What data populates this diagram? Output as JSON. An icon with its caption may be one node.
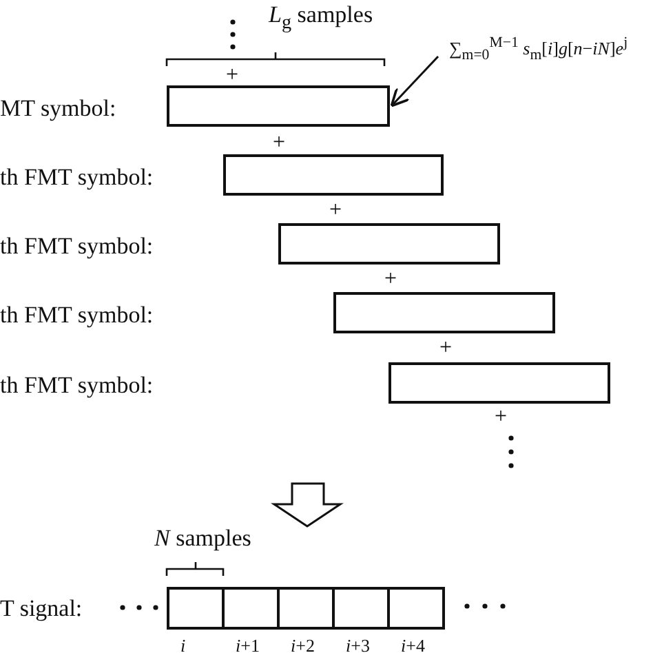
{
  "diagram": {
    "nodes": [
      {
        "text": [
          "∑$_{m=0}$$^{M−1}$ *s*$_{m}$[*i*]*g*[*n*−*iN*]*e*$^{j}$"
        ]
      },
      {
        "text": [],
        "shape": "box"
      },
      {
        "text": [],
        "shape": "box"
      },
      {
        "text": [],
        "shape": "box"
      },
      {
        "text": [],
        "shape": "box"
      },
      {
        "text": [],
        "shape": "box"
      },
      {
        "text": [],
        "shape": "box",
        "beside": [
          "*i*"
        ]
      },
      {
        "text": [],
        "shape": "box",
        "beside": [
          "*i*+1"
        ]
      },
      {
        "text": [],
        "shape": "box",
        "beside": [
          "*i*+2"
        ]
      },
      {
        "text": [],
        "shape": "box",
        "beside": [
          "*i*+3"
        ]
      },
      {
        "text": [],
        "shape": "box",
        "beside": [
          "*i*+4"
        ]
      }
    ],
    "edges": [
      {
        "from": 0,
        "to": 1,
        "arrow": "to"
      }
    ],
    "labels": [
      "*L*$_{g}$ samples",
      "+",
      "MT symbol:",
      "+",
      "th FMT symbol:",
      "+",
      "th FMT symbol:",
      "+",
      "th FMT symbol:",
      "+",
      "th FMT symbol:",
      "+",
      "*N* samples",
      "T signal:"
    ]
  }
}
